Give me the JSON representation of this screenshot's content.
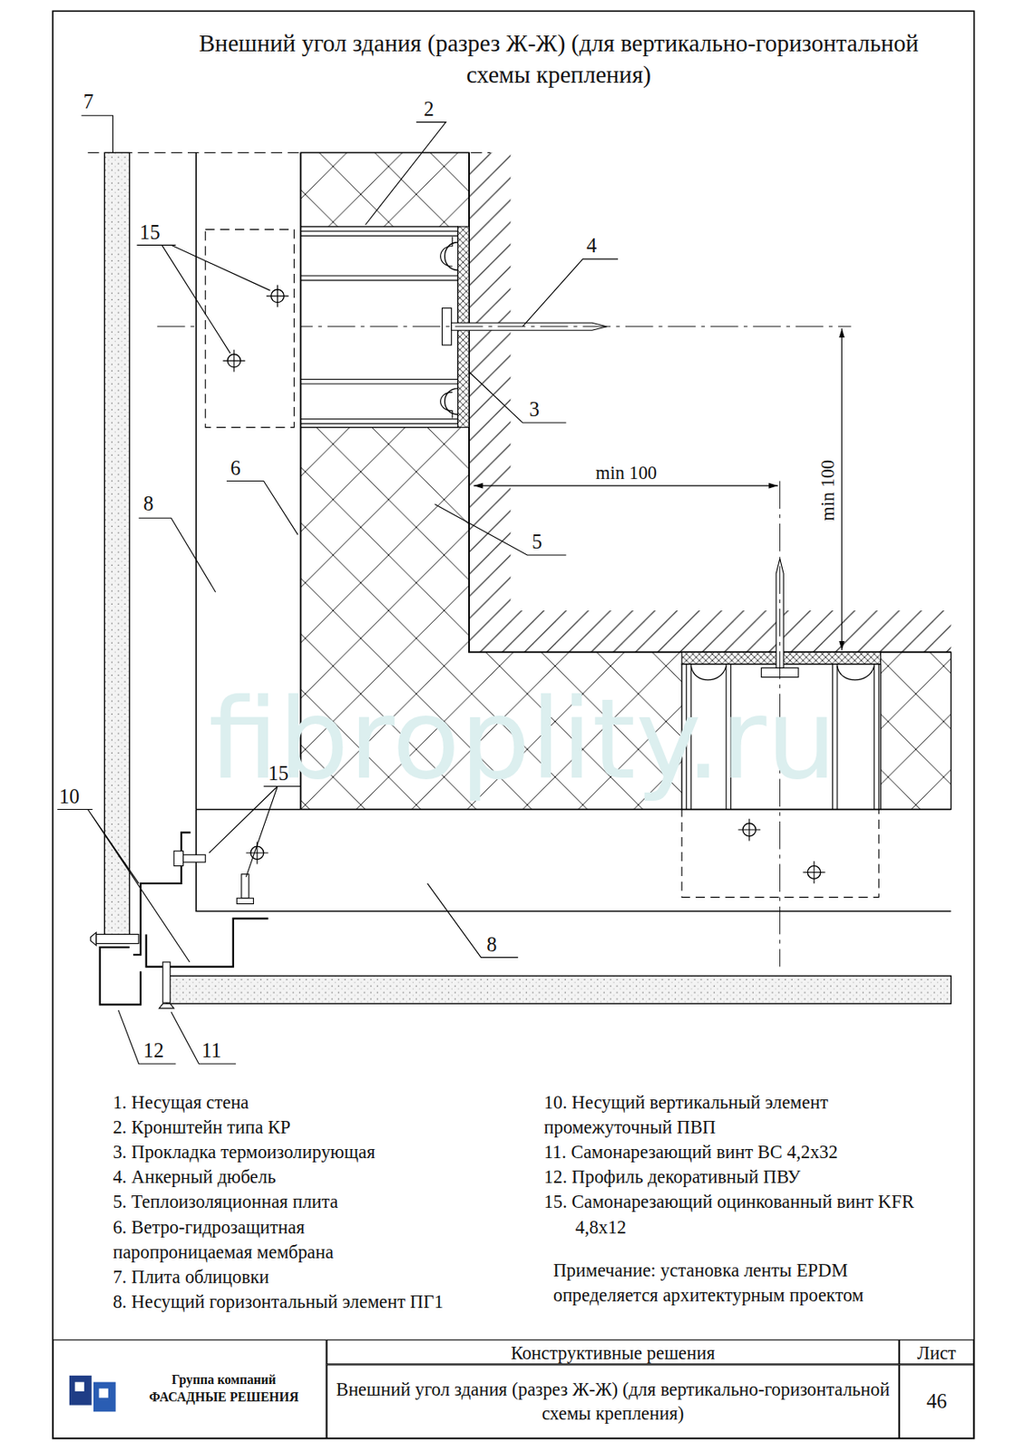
{
  "diagram": {
    "title": "Внешний угол здания (разрез Ж-Ж) (для вертикально-горизонтальной схемы крепления)",
    "nodes": [
      {
        "text": [
          "Группа компаний",
          "ФАСАДНЫЕ РЕШЕНИЯ"
        ]
      },
      {
        "text": [
          "Конструктивные решения"
        ]
      },
      {
        "text": [
          "Внешний угол здания (разрез Ж-Ж) (для вертикально-горизонтальной схемы крепления)"
        ]
      },
      {
        "text": [
          "Лист"
        ]
      },
      {
        "text": [
          "46"
        ]
      }
    ],
    "labels": [
      "7",
      "2",
      "15",
      "4",
      "3",
      "6",
      "min 100",
      "8",
      "5",
      "min 100",
      "fibroplity.ru",
      "10",
      "15",
      "8",
      "12",
      "11",
      "1. Несущая стена",
      "2. Кронштейн типа КР",
      "3. Прокладка термоизолирующая",
      "4. Анкерный дюбель",
      "5. Теплоизоляционная плита",
      "6. Ветро-гидрозащитная паропроницаемая мембрана",
      "7. Плита облицовки",
      "8. Несущий горизонтальный элемент ПГ1",
      "10. Несущий вертикальный элемент промежуточный ПВП",
      "11. Самонарезающий винт ВС 4,2x32",
      "12. Профиль декоративный ПВУ",
      "15. Самонарезающий оцинкованный винт KFR 4,8x12",
      "Примечание: установка ленты EPDM определяется архитектурным проектом"
    ]
  }
}
